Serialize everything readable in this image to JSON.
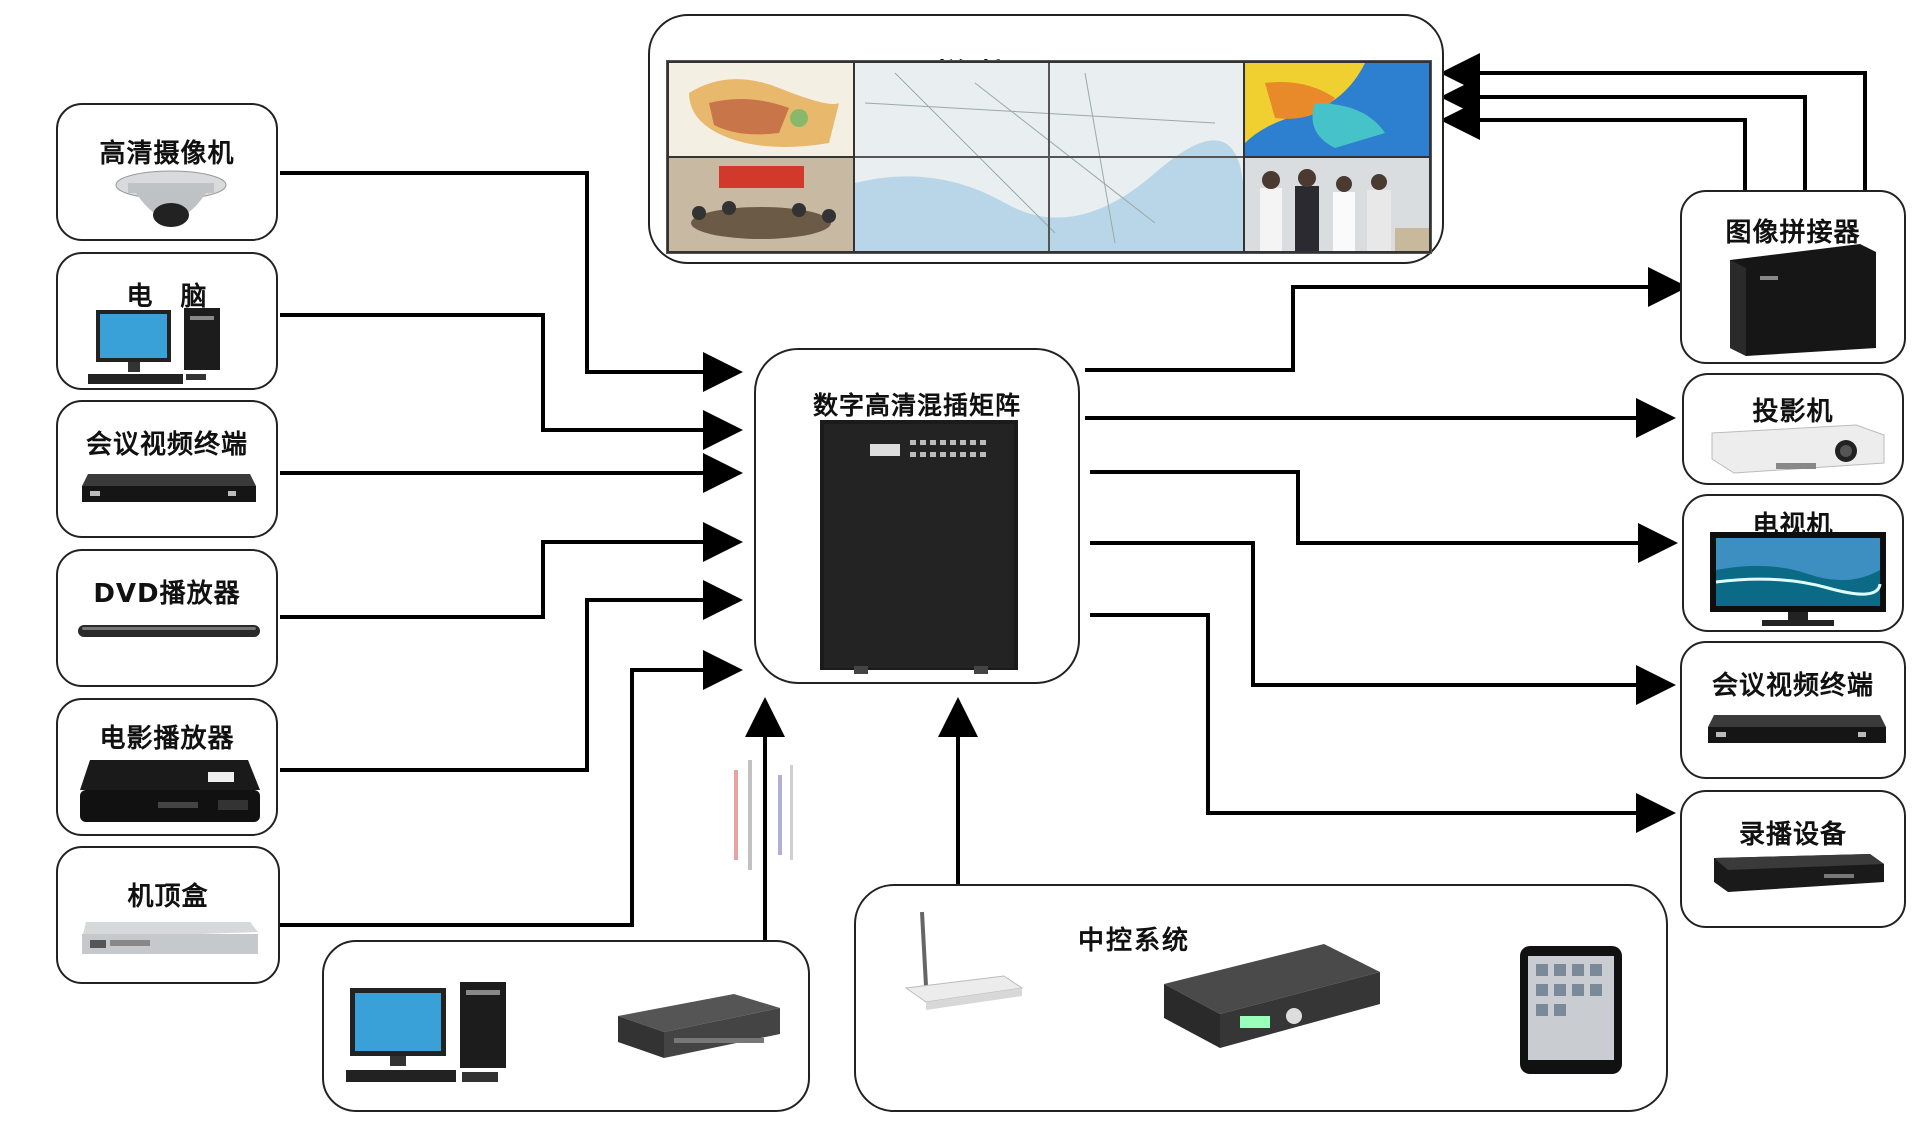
{
  "display_wall": {
    "title": "拼接显示屏"
  },
  "matrix": {
    "title": "数字高清混插矩阵"
  },
  "inputs": [
    {
      "label": "高清摄像机"
    },
    {
      "label": "电　脑"
    },
    {
      "label": "会议视频终端"
    },
    {
      "label": "DVD播放器"
    },
    {
      "label": "电影播放器"
    },
    {
      "label": "机顶盒"
    }
  ],
  "outputs": [
    {
      "label": "图像拼接器"
    },
    {
      "label": "投影机"
    },
    {
      "label": "电视机"
    },
    {
      "label": "会议视频终端"
    },
    {
      "label": "录播设备"
    }
  ],
  "control": {
    "title": "中控系统"
  },
  "colors": {
    "line": "#000000",
    "border": "#222222",
    "device": "#1b1b1b"
  }
}
